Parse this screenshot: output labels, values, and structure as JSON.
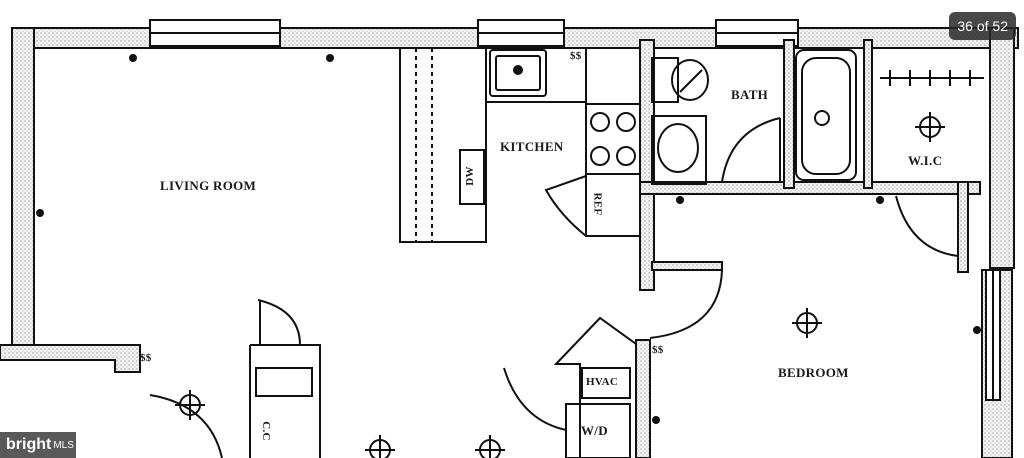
{
  "viewer": {
    "counter_text": "36 of 52",
    "brand_name": "bright",
    "brand_suffix": "MLS"
  },
  "plan": {
    "rooms": {
      "living_room": "LIVING ROOM",
      "kitchen": "KITCHEN",
      "bath": "BATH",
      "wic": "W.I.C",
      "bedroom": "BEDROOM",
      "dw": "DW",
      "ref": "REF",
      "hvac": "HVAC",
      "wd": "W/D",
      "cc": "C.C"
    },
    "outlet_symbol": "$$"
  }
}
